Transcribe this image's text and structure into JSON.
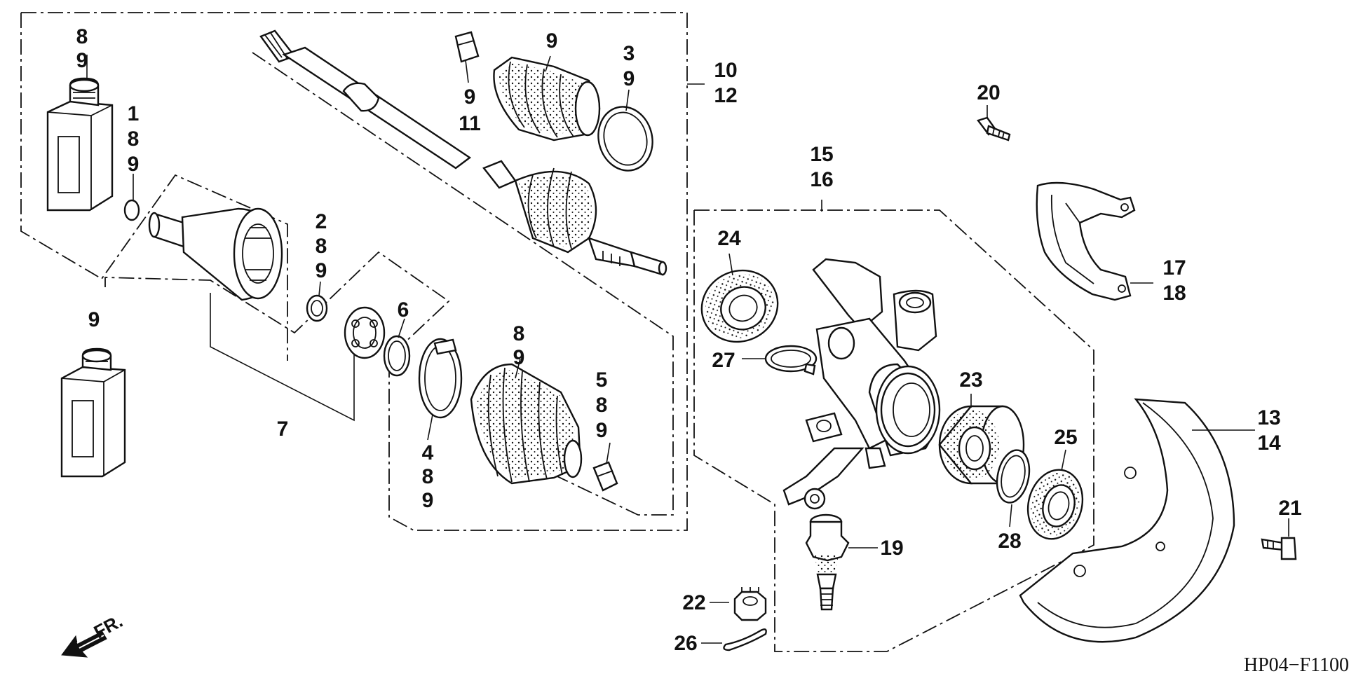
{
  "diagram": {
    "code": "HP04−F1100",
    "direction_label": "FR.",
    "callouts": [
      {
        "id": "oil-upper",
        "lines": [
          "8",
          "9"
        ]
      },
      {
        "id": "oring",
        "lines": [
          "1",
          "8",
          "9"
        ]
      },
      {
        "id": "oil-lower",
        "lines": [
          "9"
        ]
      },
      {
        "id": "circlip-small",
        "lines": [
          "2",
          "8",
          "9"
        ]
      },
      {
        "id": "stop-ring",
        "lines": [
          "6"
        ]
      },
      {
        "id": "outer-race-set",
        "lines": [
          "7"
        ]
      },
      {
        "id": "inner-band",
        "lines": [
          "4",
          "8",
          "9"
        ]
      },
      {
        "id": "inner-boot",
        "lines": [
          "8",
          "9"
        ]
      },
      {
        "id": "inner-boot-clip",
        "lines": [
          "5",
          "8",
          "9"
        ]
      },
      {
        "id": "outer-boot-clip",
        "lines": [
          "9",
          "11"
        ]
      },
      {
        "id": "outer-boot",
        "lines": [
          "9"
        ]
      },
      {
        "id": "outer-band",
        "lines": [
          "3",
          "9"
        ]
      },
      {
        "id": "driveshaft-assy",
        "lines": [
          "10",
          "12"
        ]
      },
      {
        "id": "knuckle",
        "lines": [
          "15",
          "16"
        ]
      },
      {
        "id": "bolt-20",
        "lines": [
          "20"
        ]
      },
      {
        "id": "guard",
        "lines": [
          "17",
          "18"
        ]
      },
      {
        "id": "bearing-24",
        "lines": [
          "24"
        ]
      },
      {
        "id": "snap-27",
        "lines": [
          "27"
        ]
      },
      {
        "id": "bearing-23",
        "lines": [
          "23"
        ]
      },
      {
        "id": "seal-25",
        "lines": [
          "25"
        ]
      },
      {
        "id": "snap-28",
        "lines": [
          "28"
        ]
      },
      {
        "id": "disc-cover",
        "lines": [
          "13",
          "14"
        ]
      },
      {
        "id": "bolt-21",
        "lines": [
          "21"
        ]
      },
      {
        "id": "ball-joint",
        "lines": [
          "19"
        ]
      },
      {
        "id": "castle-nut",
        "lines": [
          "22"
        ]
      },
      {
        "id": "cotter-pin",
        "lines": [
          "26"
        ]
      }
    ]
  }
}
